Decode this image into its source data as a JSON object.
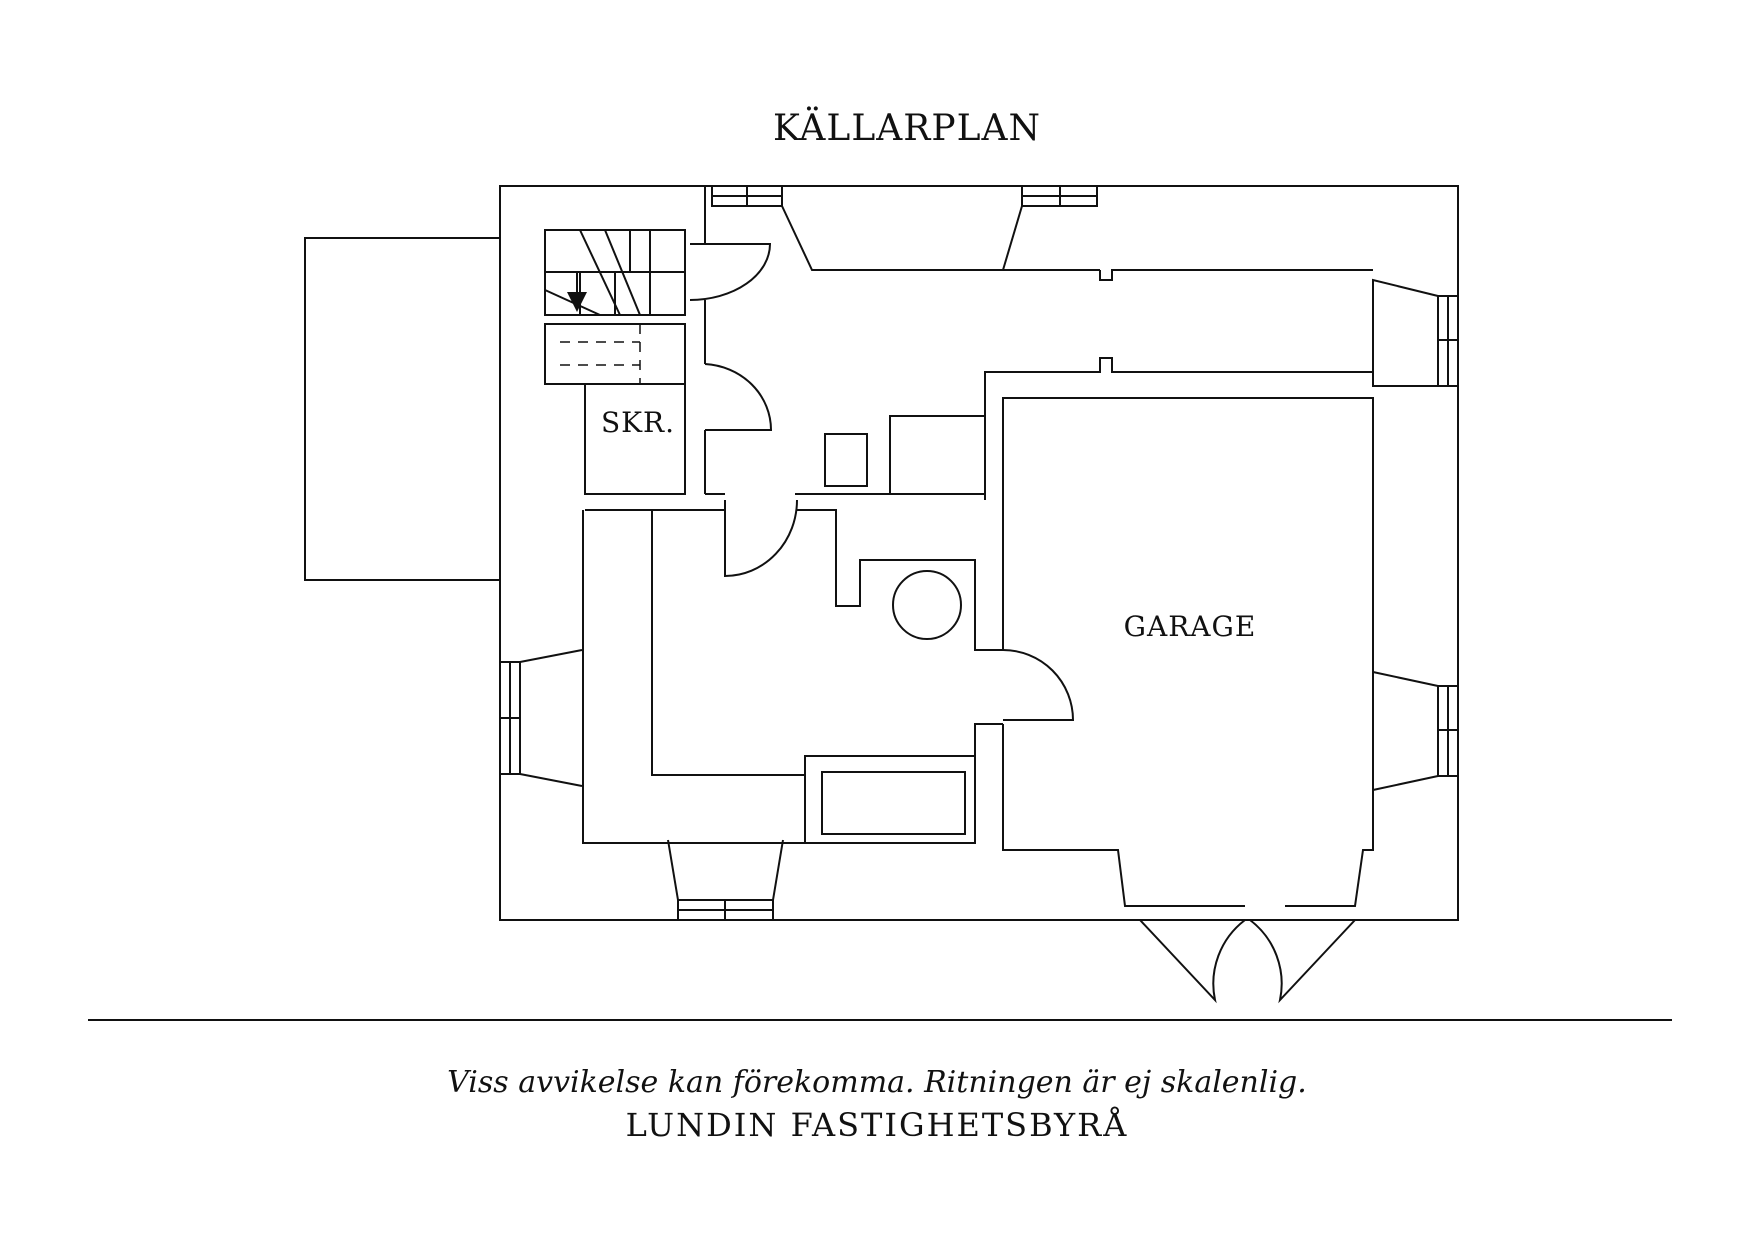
{
  "plan": {
    "title": "KÄLLARPLAN",
    "rooms": {
      "skr": "SKR.",
      "garage": "GARAGE"
    }
  },
  "footer": {
    "disclaimer": "Viss avvikelse kan förekomma. Ritningen är ej skalenlig.",
    "brand": "LUNDIN FASTIGHETSBYRÅ"
  },
  "colors": {
    "line": "#111111",
    "background": "#ffffff"
  }
}
